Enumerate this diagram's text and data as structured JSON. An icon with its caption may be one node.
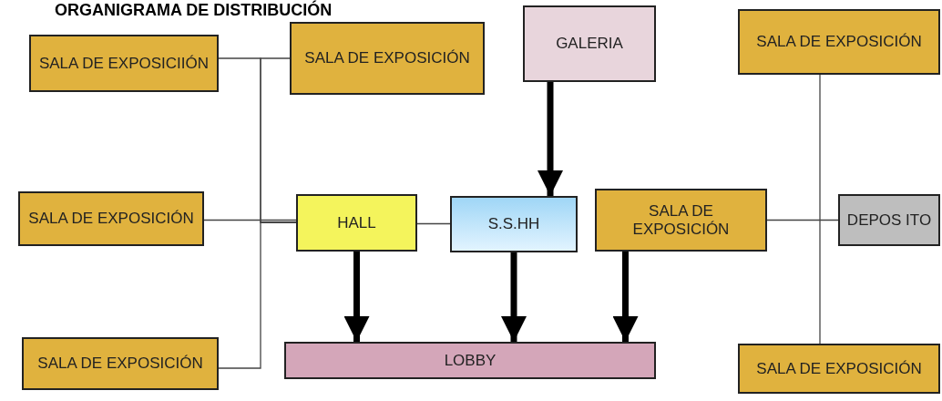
{
  "diagram": {
    "title": "ORGANIGRAMA DE DISTRIBUCIÓN",
    "nodes": [
      {
        "text": [
          "SALA DE EXPOSICIIÓN"
        ]
      },
      {
        "text": [
          "SALA DE EXPOSICIÓN"
        ]
      },
      {
        "text": [
          "GALERIA"
        ]
      },
      {
        "text": [
          "SALA DE EXPOSICIÓN"
        ]
      },
      {
        "text": [
          "SALA DE EXPOSICIÓN"
        ]
      },
      {
        "text": [
          "HALL"
        ]
      },
      {
        "text": [
          "S.S.HH"
        ]
      },
      {
        "text": [
          "SALA DE EXPOSICIÓN"
        ]
      },
      {
        "text": [
          "DEPOS ITO"
        ]
      },
      {
        "text": [
          "SALA DE EXPOSICIÓN"
        ]
      },
      {
        "text": [
          "LOBBY"
        ]
      },
      {
        "text": [
          "SALA DE EXPOSICIÓN"
        ]
      }
    ],
    "edges": [
      {
        "from": 5,
        "to": 0,
        "arrow": "none"
      },
      {
        "from": 5,
        "to": 1,
        "arrow": "none"
      },
      {
        "from": 5,
        "to": 4,
        "arrow": "none"
      },
      {
        "from": 5,
        "to": 9,
        "arrow": "none"
      },
      {
        "from": 5,
        "to": 6,
        "arrow": "none"
      },
      {
        "from": 2,
        "to": 6,
        "arrow": "to",
        "style": "thick"
      },
      {
        "from": 5,
        "to": 10,
        "arrow": "to",
        "style": "thick"
      },
      {
        "from": 6,
        "to": 10,
        "arrow": "to",
        "style": "thick"
      },
      {
        "from": 7,
        "to": 10,
        "arrow": "to",
        "style": "thick"
      },
      {
        "from": 7,
        "to": 8,
        "arrow": "none"
      },
      {
        "from": 3,
        "to": 11,
        "arrow": "none"
      }
    ]
  }
}
